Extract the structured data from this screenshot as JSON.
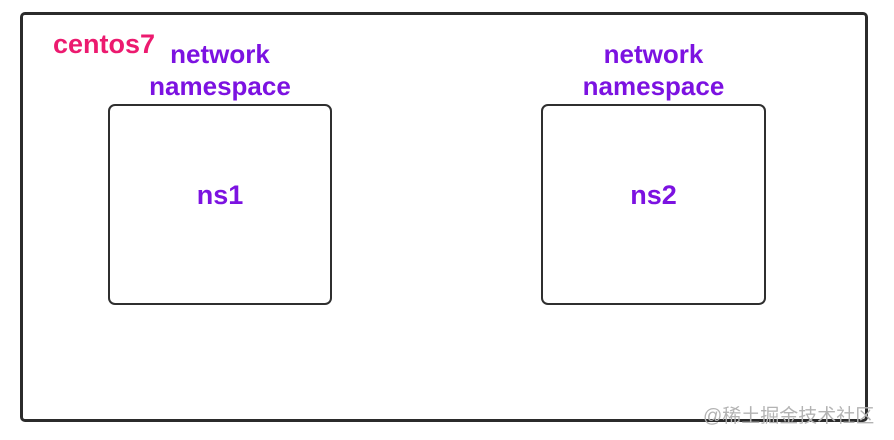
{
  "host": {
    "label": "centos7",
    "label_color": "#ec1a6f",
    "border_color": "#2b2b2b"
  },
  "namespaces": [
    {
      "title": "network namespace",
      "name": "ns1"
    },
    {
      "title": "network namespace",
      "name": "ns2"
    }
  ],
  "namespace_text_color": "#7c12e1",
  "watermark": "@稀土掘金技术社区",
  "watermark_color": "#b3b3b3"
}
